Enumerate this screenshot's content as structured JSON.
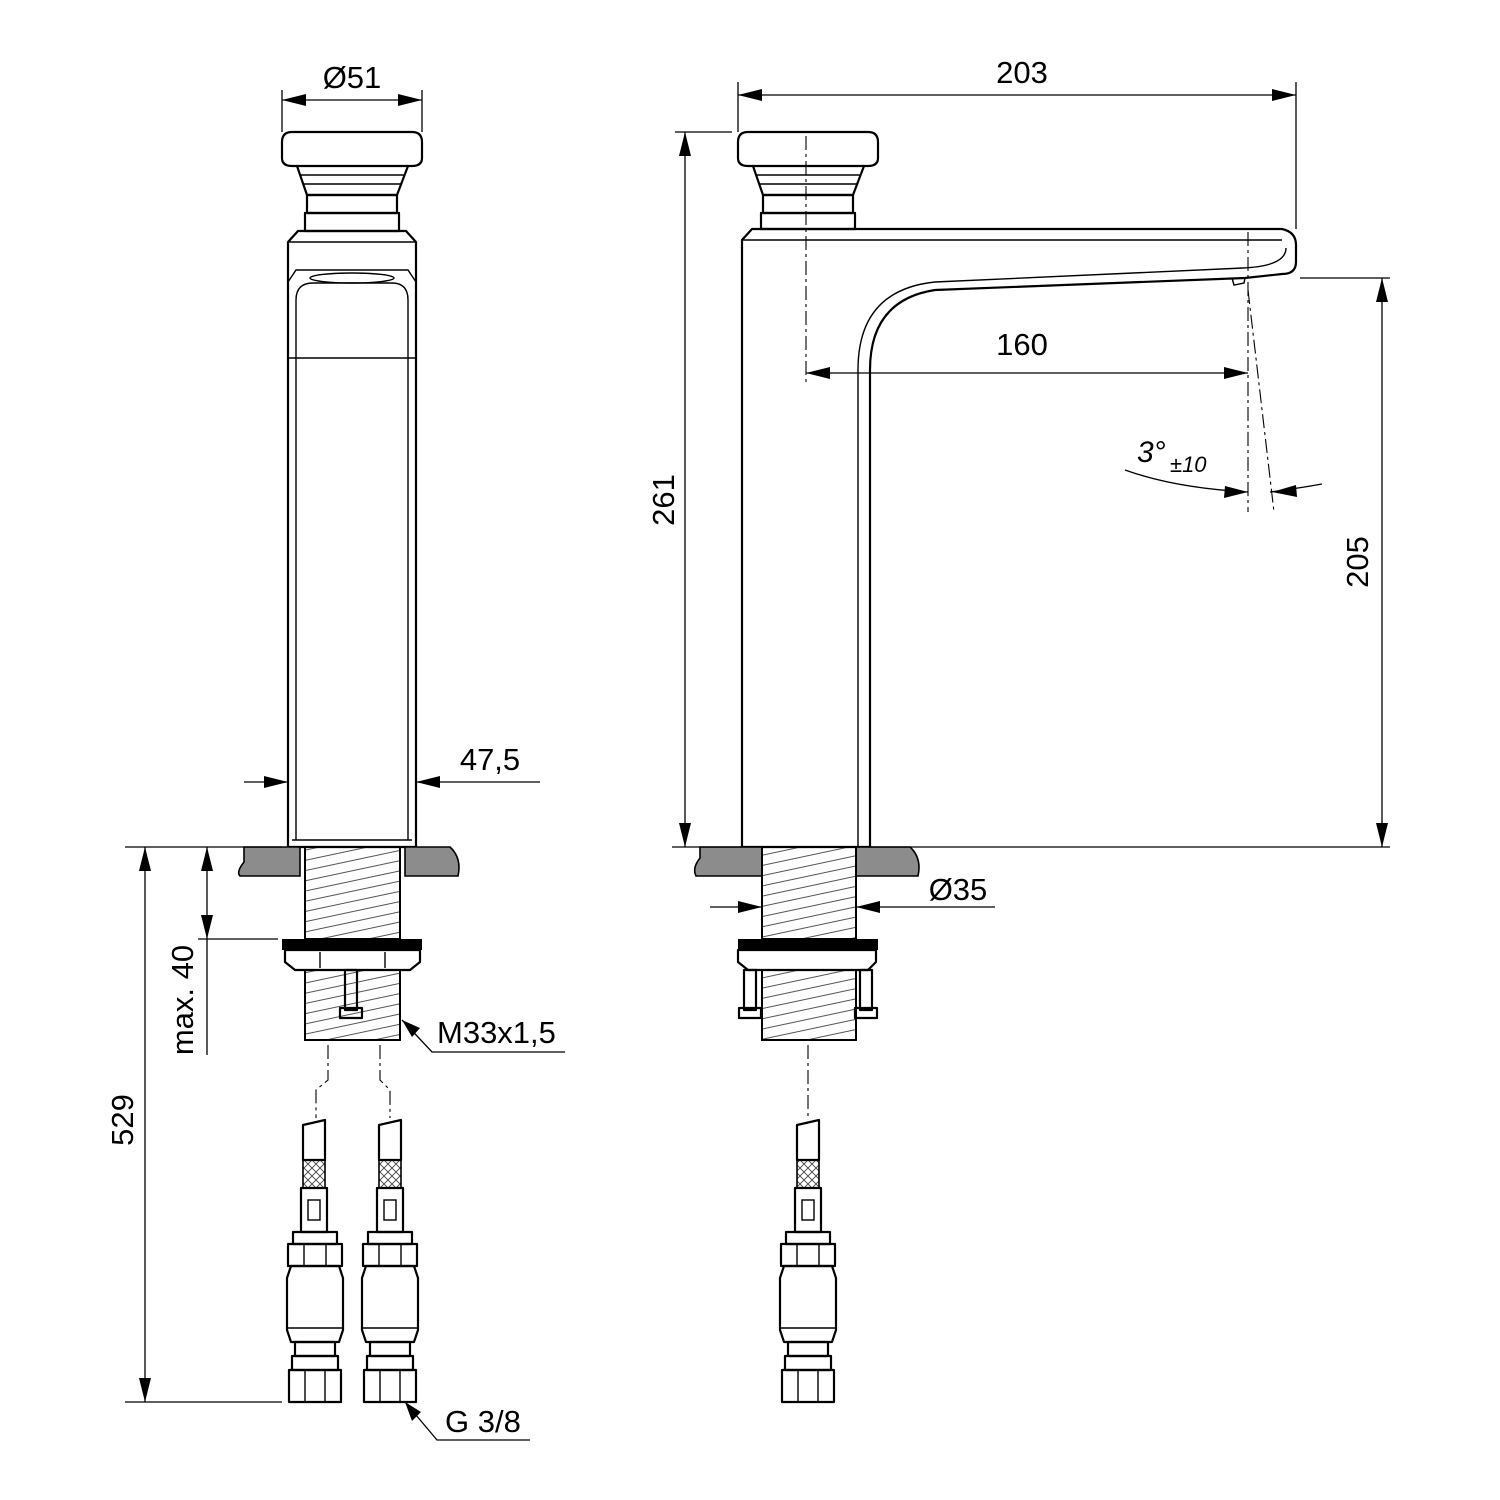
{
  "drawing": {
    "dimensions": {
      "knob_diameter": "Ø51",
      "body_width": "47,5",
      "max_deck": "max. 40",
      "total_length": "529",
      "thread": "M33x1,5",
      "connector": "G 3/8",
      "spout_reach": "203",
      "total_height": "261",
      "outlet_height": "205",
      "nozzle_distance": "160",
      "angle": "3°",
      "angle_tol": "±10",
      "shank_diameter": "Ø35"
    }
  }
}
